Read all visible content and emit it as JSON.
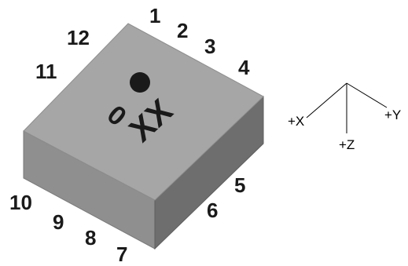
{
  "package": {
    "marking_text": "XX",
    "marking_digit": "0",
    "pins": [
      "1",
      "2",
      "3",
      "4",
      "5",
      "6",
      "7",
      "8",
      "9",
      "10",
      "11",
      "12"
    ],
    "colors": {
      "top_face": "#a6a6a6",
      "left_face": "#8f8f8f",
      "right_face": "#6e6e6e",
      "marking": "#1a1a1a"
    }
  },
  "axes": {
    "x_label": "+X",
    "y_label": "+Y",
    "z_label": "+Z"
  }
}
